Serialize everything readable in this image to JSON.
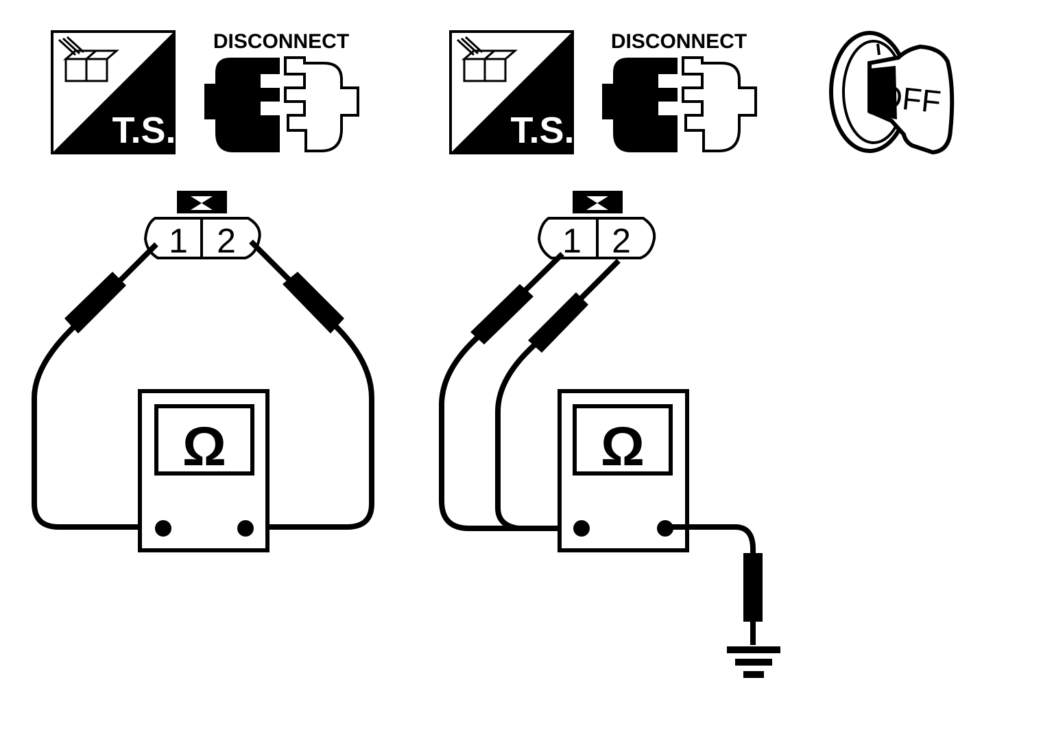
{
  "colors": {
    "ink": "#000000",
    "paper": "#ffffff"
  },
  "icons": {
    "test_symbol": {
      "name": "terminal-side-icon",
      "label": "T.S."
    },
    "disconnect": {
      "name": "connector-disconnect-icon",
      "label": "DISCONNECT"
    },
    "ignition": {
      "name": "ignition-key-icon",
      "label": "OFF"
    }
  },
  "connector": {
    "name": "harness-connector",
    "terminals": [
      "1",
      "2"
    ]
  },
  "meter": {
    "name": "ohmmeter",
    "symbol": "Ω"
  },
  "ground": {
    "name": "ground-icon"
  }
}
